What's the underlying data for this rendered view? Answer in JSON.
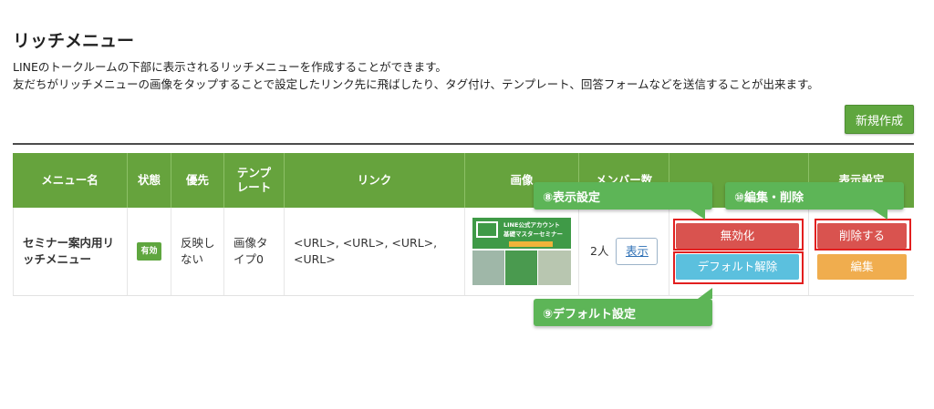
{
  "page": {
    "title": "リッチメニュー",
    "description_line1": "LINEのトークルームの下部に表示されるリッチメニューを作成することができます。",
    "description_line2": "友だちがリッチメニューの画像をタップすることで設定したリンク先に飛ばしたり、タグ付け、テンプレート、回答フォームなどを送信することが出来ます。",
    "new_button": "新規作成"
  },
  "table": {
    "headers": {
      "name": "メニュー名",
      "status": "状態",
      "priority": "優先",
      "template_line1": "テンプ",
      "template_line2": "レート",
      "link": "リンク",
      "image": "画像",
      "members": "メンバー数",
      "actions": "",
      "display": "表示設定"
    },
    "row": {
      "name_line1": "セミナー案内用リ",
      "name_line2": "ッチメニュー",
      "status": "有効",
      "priority_line1": "反映し",
      "priority_line2": "ない",
      "template_line1": "画像タ",
      "template_line2": "イプ0",
      "link_line1": "<URL>, <URL>, <URL>,",
      "link_line2": "<URL>",
      "thumbnail_title": "LINE公式アカウント",
      "thumbnail_subtitle": "基礎マスターセミナー",
      "members": "2人",
      "view_button": "表示",
      "disable_button": "無効化",
      "default_release_button": "デフォルト解除",
      "delete_button": "削除する",
      "edit_button": "編集"
    }
  },
  "callouts": {
    "display_setting": "⑧表示設定",
    "edit_delete": "⑩編集・削除",
    "default_setting": "⑨デフォルト設定"
  },
  "colors": {
    "header_green": "#66a33d",
    "disable_red": "#d9534f",
    "default_blue": "#5bc0de",
    "edit_orange": "#f0ad4e",
    "callout_green": "#5db557",
    "highlight_red": "#e21f1f"
  }
}
